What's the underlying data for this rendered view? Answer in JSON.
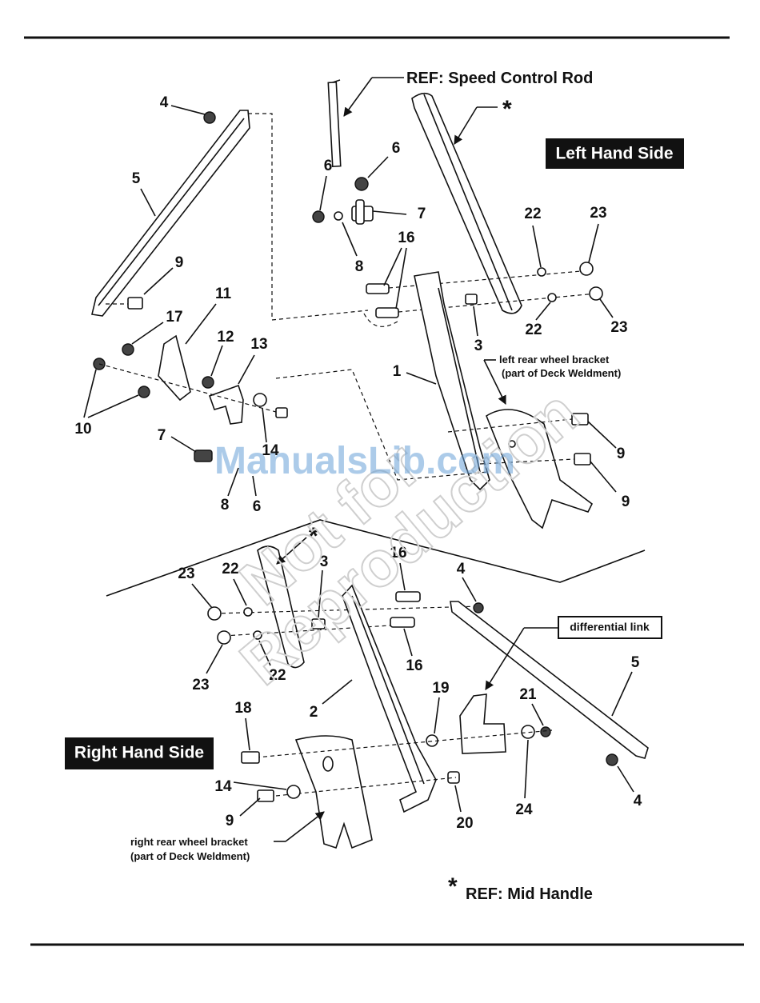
{
  "labels": {
    "ref_speed_control_rod": "REF: Speed Control Rod",
    "star": "*",
    "left_hand_side": "Left Hand Side",
    "right_hand_side": "Right Hand Side",
    "left_bracket_line1": "left rear wheel bracket",
    "left_bracket_line2": "(part of Deck Weldment)",
    "right_bracket_line1": "right rear wheel bracket",
    "right_bracket_line2": "(part of Deck Weldment)",
    "differential_link": "differential link",
    "ref_mid_handle": "REF: Mid Handle"
  },
  "watermark": {
    "line1": "Not for",
    "line2": "Reproduction",
    "site": "ManualsLib.com"
  },
  "callouts": {
    "c4a": "4",
    "c5a": "5",
    "c9a": "9",
    "c11": "11",
    "c17": "17",
    "c12": "12",
    "c13": "13",
    "c10": "10",
    "c7a": "7",
    "c14a": "14",
    "c8a": "8",
    "c6a": "6",
    "c6b": "6",
    "c6c": "6",
    "c7b": "7",
    "c8b": "8",
    "c16a": "16",
    "c22a": "22",
    "c23a": "23",
    "c22b": "22",
    "c23b": "23",
    "c3a": "3",
    "c1": "1",
    "c9b": "9",
    "c9c": "9",
    "c23c": "23",
    "c22c": "22",
    "c3b": "3",
    "c16b": "16",
    "c4b": "4",
    "c23d": "23",
    "c22d": "22",
    "c16c": "16",
    "c5b": "5",
    "c2": "2",
    "c19": "19",
    "c21": "21",
    "c18": "18",
    "c14b": "14",
    "c9d": "9",
    "c20": "20",
    "c24": "24",
    "c4c": "4"
  }
}
